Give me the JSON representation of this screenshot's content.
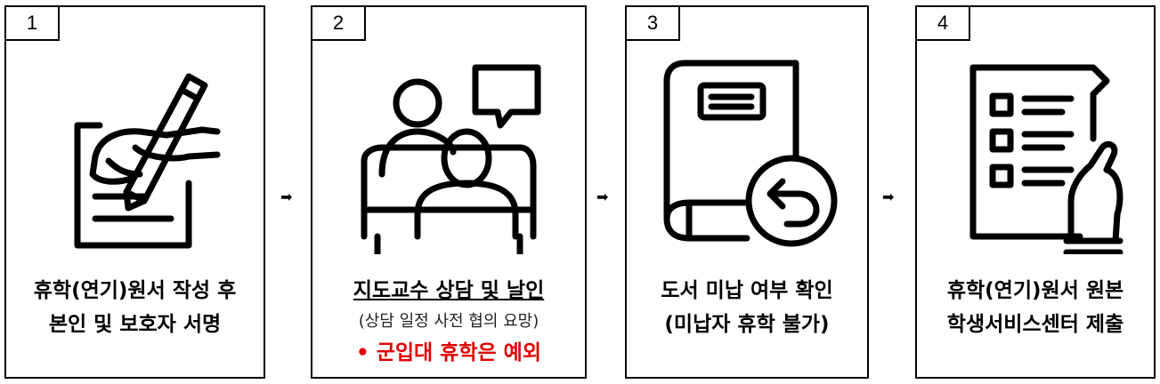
{
  "steps": [
    {
      "number": "1",
      "lines": [
        "휴학(연기)원서 작성 후",
        "본인 및 보호자 서명"
      ]
    },
    {
      "number": "2",
      "title": "지도교수 상담 및 날인",
      "sub": "(상담 일정 사전 협의 요망)",
      "note": "• 군입대 휴학은 예외"
    },
    {
      "number": "3",
      "lines": [
        "도서 미납 여부 확인",
        "(미납자 휴학 불가)"
      ]
    },
    {
      "number": "4",
      "lines": [
        "휴학(연기)원서 원본",
        "학생서비스센터 제출"
      ]
    }
  ],
  "arrow_glyph": "➡",
  "icons": [
    "hand-writing-icon",
    "counseling-icon",
    "book-return-icon",
    "checklist-hand-icon"
  ],
  "colors": {
    "border": "#000000",
    "note": "#e00000"
  }
}
